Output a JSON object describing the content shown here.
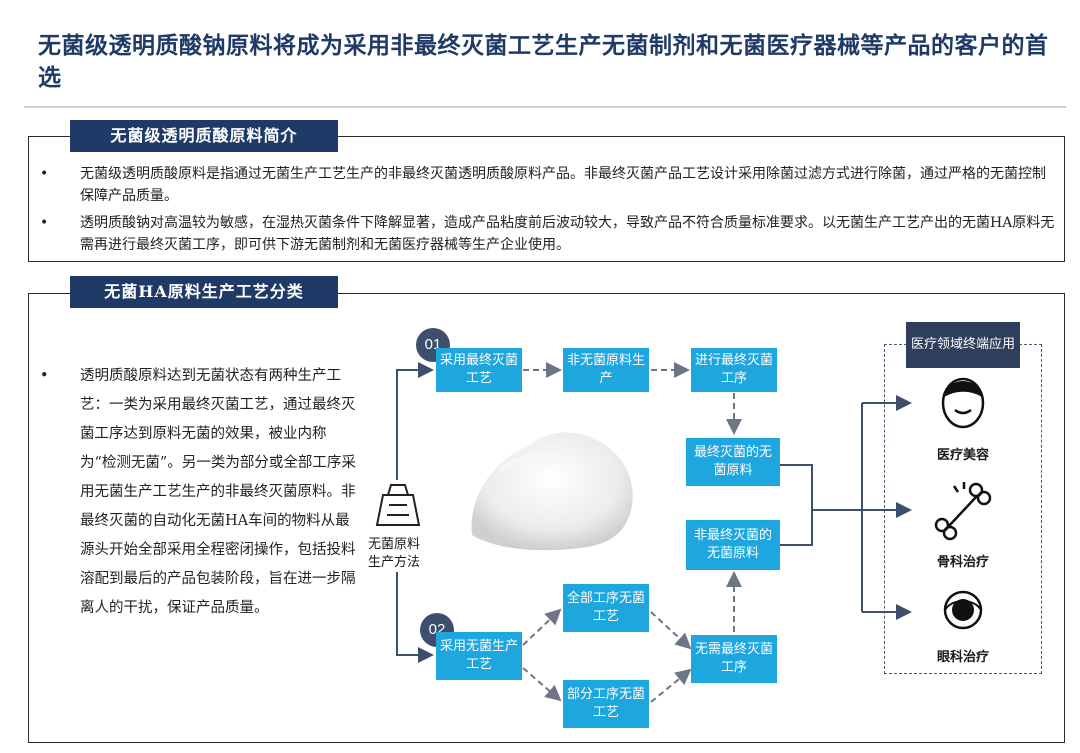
{
  "title": "无菌级透明质酸钠原料将成为采用非最终灭菌工艺生产无菌制剂和无菌医疗器械等产品的客户的首选",
  "section1": {
    "tag": "无菌级透明质酸原料简介",
    "bullets": [
      "无菌级透明质酸原料是指通过无菌生产工艺生产的非最终灭菌透明质酸原料产品。非最终灭菌产品工艺设计采用除菌过滤方式进行除菌，通过严格的无菌控制保障产品质量。",
      "透明质酸钠对高温较为敏感，在湿热灭菌条件下降解显著，造成产品粘度前后波动较大，导致产品不符合质量标准要求。以无菌生产工艺产出的无菌HA原料无需再进行最终灭菌工序，即可供下游无菌制剂和无菌医疗器械等生产企业使用。"
    ]
  },
  "section2": {
    "tag": "无菌HA原料生产工艺分类",
    "bullet": "透明质酸原料达到无菌状态有两种生产工艺：一类为采用最终灭菌工艺，通过最终灭菌工序达到原料无菌的效果，被业内称为“检测无菌”。另一类为部分或全部工序采用无菌生产工艺生产的非最终灭菌原料。非最终灭菌的自动化无菌HA车间的物料从最源头开始全部采用全程密闭操作，包括投料溶配到最后的产品包装阶段，旨在进一步隔离人的干扰，保证产品质量。"
  },
  "bullet_symbol": "•",
  "diagram": {
    "source_label": "无菌原料生产方法",
    "route1_num": "01",
    "route2_num": "02",
    "nodes": {
      "terminal_process": "采用最终灭菌工艺",
      "non_sterile_raw": "非无菌原料生产",
      "do_terminal": "进行最终灭菌工序",
      "terminal_raw": "最终灭菌的无菌原料",
      "aseptic_process": "采用无菌生产工艺",
      "all_steps": "全部工序无菌工艺",
      "partial_steps": "部分工序无菌工艺",
      "no_terminal": "无需最终灭菌工序",
      "non_terminal_raw": "非最终灭菌的无菌原料"
    },
    "applications": {
      "header": "医疗领域终端应用",
      "items": [
        {
          "label": "医疗美容",
          "icon": "face-icon"
        },
        {
          "label": "骨科治疗",
          "icon": "bone-icon"
        },
        {
          "label": "眼科治疗",
          "icon": "eye-icon"
        }
      ]
    }
  },
  "colors": {
    "navy": "#1f3a66",
    "node_blue": "#1ea7df",
    "arrow": "#3d4f6d"
  }
}
